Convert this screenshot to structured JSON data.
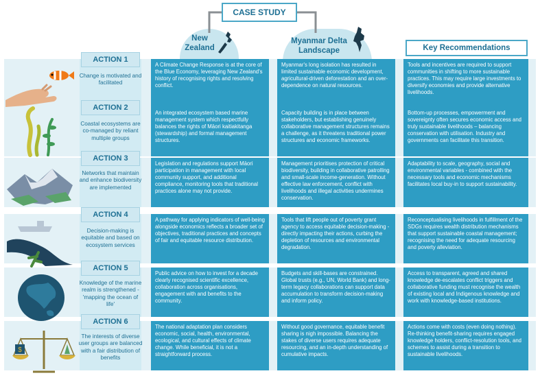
{
  "header": {
    "case_study": "CASE STUDY",
    "new_zealand": "New Zealand",
    "myanmar": "Myanmar Delta Landscape",
    "key_recommendations": "Key Recommendations"
  },
  "actions": [
    {
      "label": "ACTION 1",
      "description": "Change is motivated and facilitated",
      "nz": "A Climate Change Response is at the core of the Blue Economy, leveraging New Zealand's history of recognising rights and resolving conflict.",
      "myanmar": "Myanmar's long isolation has resulted in limited sustainable economic development, agricultural-driven deforestation and an over-dependence on natural resources.",
      "recommendation": "Tools and incentives are required to support communities in shifting to more sustainable practices. This may require large investments to diversify economies and provide alternative livelihoods."
    },
    {
      "label": "ACTION 2",
      "description": "Coastal ecosystems are co-managed by reliant multiple groups",
      "nz": "An integrated ecosystem based marine management system which respectfully balances the rights of Māori kaitiakitanga (stewardship) and formal management structures.",
      "myanmar": "Capacity building is in place between stakeholders, but establishing genuinely collaborative management structures remains a challenge, as it threatens traditional power structures and economic frameworks.",
      "recommendation": "Bottom-up processes, empowerment and sovereignty often secures economic access and truly sustainable livelihoods – balancing conservation with utilisation. Industry and governments can facilitate this transition."
    },
    {
      "label": "ACTION 3",
      "description": "Networks that maintain and enhance biodiversity are implemented",
      "nz": "Legislation and regulations support Māori participation in management with local community support, and additional compliance, monitoring tools that traditional practices alone may not provide.",
      "myanmar": "Management prioritises protection of critical biodiversity, building in collaborative patrolling and small-scale income-generation. Without effective law enforcement, conflict with livelihoods and illegal activities undermines conservation.",
      "recommendation": "Adaptability to scale, geography, social and environmental variables - combined with the necessary tools and economic mechanisms facilitates local buy-in to support sustainability."
    },
    {
      "label": "ACTION 4",
      "description": "Decision-making is equitable and based on ecosystem services",
      "nz": "A pathway for applying indicators of well-being alongside economics reflects a broader set of objectives, traditional practices and concepts of fair and equitable resource distribution.",
      "myanmar": "Tools that lift people out of poverty grant agency to access equitable decision-making - directly impacting their actions, curbing the depletion of resources and environmental degradation.",
      "recommendation": "Reconceptualising livelihoods in fulfillment of the SDGs requires wealth distribution mechanisms that support sustainable coastal management; recognising the need for adequate resourcing and poverty alleviation."
    },
    {
      "label": "ACTION 5",
      "description": "Knowledge of the marine realm is strengthened - 'mapping the ocean of life'",
      "nz": "Public advice on how to invest for a decade clearly recognised scientific excellence, collaboration across organisations, engagement with and benefits to the community.",
      "myanmar": "Budgets and skill-bases are constrained. Global trusts (e.g., UN, World Bank) and long-term legacy collaborations can support data accumulation to transform decision-making and inform policy.",
      "recommendation": "Access to transparent, agreed and shared knowledge de-escalates conflict triggers and collaborative funding must recognise the wealth of existing local and Indigenous knowledge and work with knowledge-based institutions."
    },
    {
      "label": "ACTION 6",
      "description": "The interests of diverse user groups are balanced with a fair distribution of benefits",
      "nz": "The national adaptation plan considers economic, social, health, environmental, ecological, and cultural effects of climate change. While beneficial, it is not a straightforward process.",
      "myanmar": "Without good governance, equitable benefit sharing is nigh impossible. Balancing the stakes of diverse users requires adequate resourcing, and an in-depth understanding of cumulative impacts.",
      "recommendation": "Actions come with costs (even doing nothing). Re-thinking benefit-sharing requires engaged knowledge holders, conflict-resolution tools, and schemes to assist during a transition to sustainable livelihoods."
    }
  ],
  "icons": [
    "hand-with-clownfish-icon",
    "seaweed-icon",
    "island-landscape-icon",
    "ship-and-coastline-icon",
    "globe-icon",
    "balance-scale-icon",
    "new-zealand-map-icon",
    "myanmar-map-icon"
  ],
  "colors": {
    "cell": "#2e9dc4",
    "row_bg": "#e3f1f6",
    "title": "#1d6f93",
    "arch": "#c9e6ef"
  }
}
